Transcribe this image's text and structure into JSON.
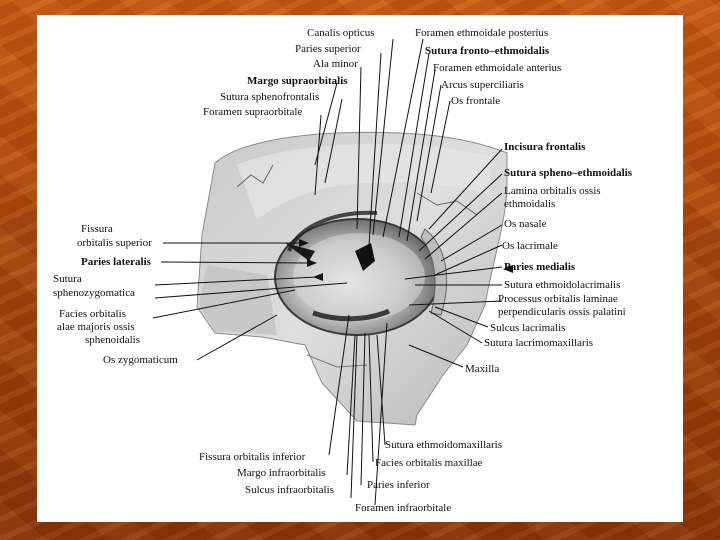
{
  "labels": {
    "canalis_opticus": "Canalis opticus",
    "paries_superior": "Paries superior",
    "ala_minor": "Ala minor",
    "margo_supraorbitalis": "Margo supraorbitalis",
    "sutura_sphenofrontalis": "Sutura sphenofrontalis",
    "foramen_supraorbitale": "Foramen supraorbitale",
    "foramen_ethmoidale_posterius": "Foramen ethmoidale posterius",
    "sutura_fronto_ethmoidalis": "Sutura fronto–ethmoidalis",
    "foramen_ethmoidale_anterius": "Foramen ethmoidale anterius",
    "arcus_superciliaris": "Arcus superciliaris",
    "os_frontale": "Os frontale",
    "incisura_frontalis": "Incisura frontalis",
    "sutura_spheno_ethmoidalis": "Sutura spheno–ethmoidalis",
    "lamina_orbitalis_1": "Lamina orbitalis ossis",
    "lamina_orbitalis_2": "ethmoidalis",
    "os_nasale": "Os nasale",
    "os_lacrimale": "Os lacrimale",
    "paries_medialis": "Paries medialis",
    "sutura_ethmoidolacrimalis": "Sutura ethmoidolacrimalis",
    "processus_orbitalis_1": "Processus orbitalis laminae",
    "processus_orbitalis_2": "perpendicularis ossis palatini",
    "sulcus_lacrimalis": "Sulcus lacrimalis",
    "sutura_lacrimomaxillaris": "Sutura lacrimomaxillaris",
    "maxilla": "Maxilla",
    "fissura_orbitalis_superior_1": "Fissura",
    "fissura_orbitalis_superior_2": "orbitalis superior",
    "paries_lateralis": "Paries lateralis",
    "sutura_sphenozygomatica_1": "Sutura",
    "sutura_sphenozygomatica_2": "sphenozygomatica",
    "facies_orbitalis_alae_1": "Facies orbitalis",
    "facies_orbitalis_alae_2": "alae majoris ossis",
    "facies_orbitalis_alae_3": "sphenoidalis",
    "os_zygomaticum": "Os zygomaticum",
    "sutura_ethmoidomaxillaris": "Sutura ethmoidomaxillaris",
    "fissura_orbitalis_inferior": "Fissura orbitalis inferior",
    "facies_orbitalis_maxillae": "Facies orbitalis maxillae",
    "margo_infraorbitalis": "Margo infraorbitalis",
    "paries_inferior": "Paries inferior",
    "sulcus_infraorbitalis": "Sulcus infraorbitalis",
    "foramen_infraorbitale": "Foramen infraorbitale"
  },
  "colors": {
    "background": "#b24c10",
    "panel": "#ffffff",
    "bone": "#d2d2d2",
    "leader": "#111111"
  }
}
